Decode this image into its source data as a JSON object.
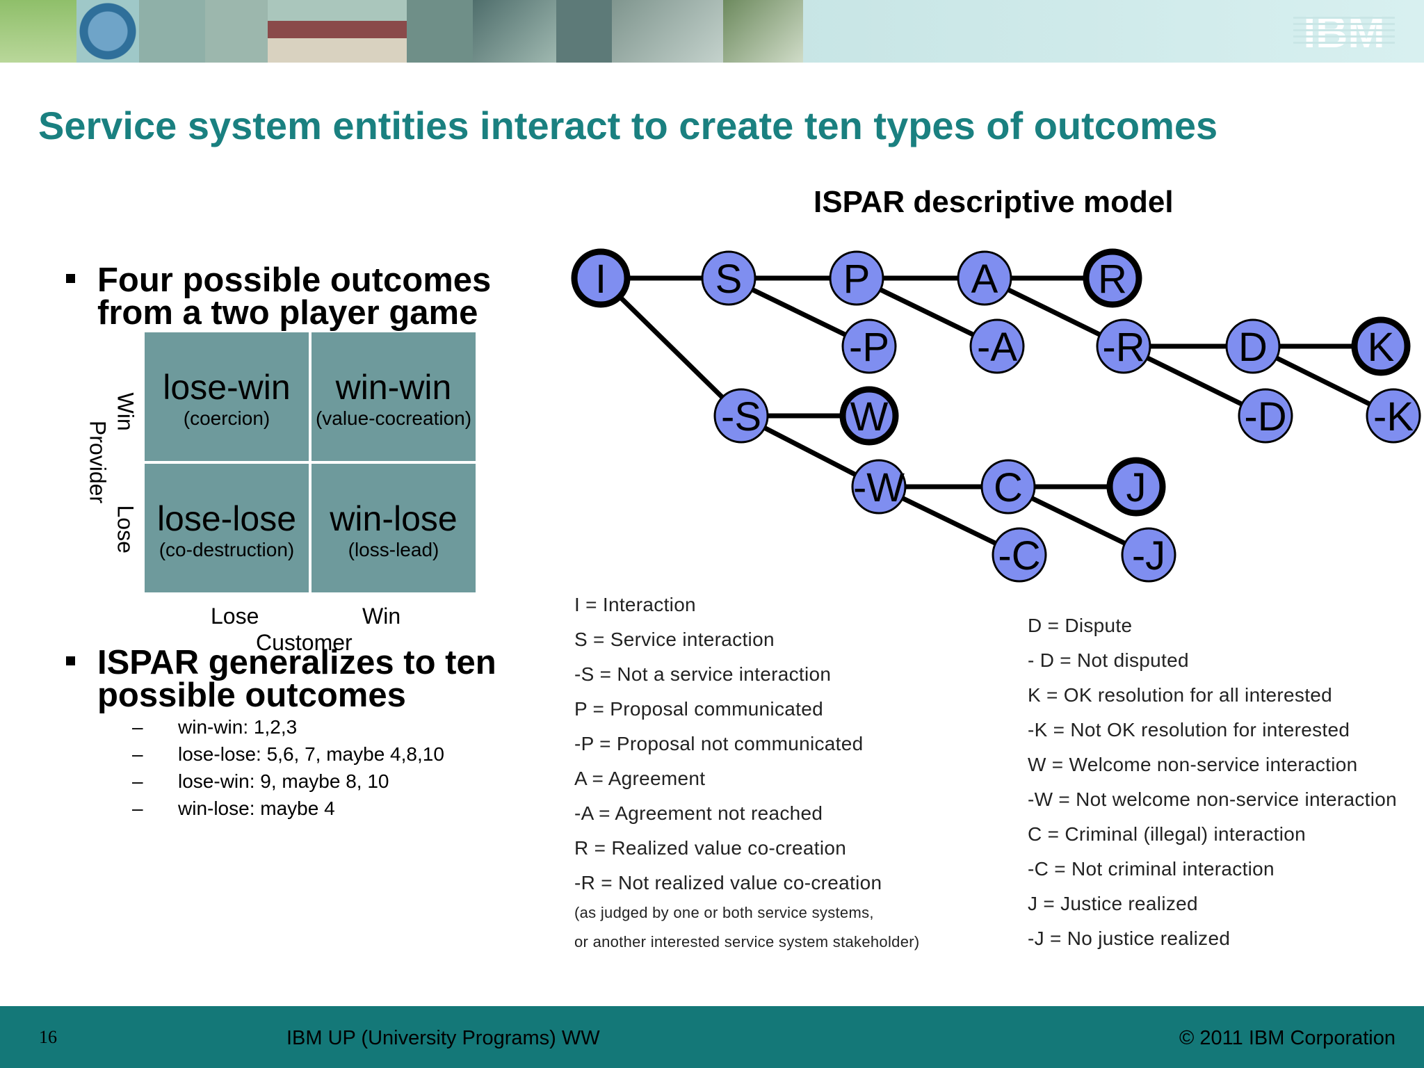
{
  "slide": {
    "title": "Service system entities interact to create ten types of outcomes",
    "page_number": "16",
    "footer_center": "IBM UP (University Programs) WW",
    "footer_right": "© 2011 IBM Corporation",
    "logo_text": "IBM"
  },
  "left": {
    "bullet1_line1": "Four possible outcomes",
    "bullet1_line2": "from a two player game",
    "matrix": {
      "cells": [
        {
          "name": "lose-win",
          "note": "(coercion)"
        },
        {
          "name": "win-win",
          "note": "(value-cocreation)"
        },
        {
          "name": "lose-lose",
          "note": "(co-destruction)"
        },
        {
          "name": "win-lose",
          "note": "(loss-lead)"
        }
      ],
      "row_labels": [
        "Win",
        "Lose"
      ],
      "row_axis": "Provider",
      "col_labels": [
        "Lose",
        "Win"
      ],
      "col_axis": "Customer"
    },
    "bullet2_line1": "ISPAR generalizes to ten",
    "bullet2_line2": "possible outcomes",
    "sub_bullets": [
      "win-win: 1,2,3",
      "lose-lose: 5,6, 7, maybe 4,8,10",
      "lose-win: 9, maybe 8, 10",
      "win-lose: maybe 4"
    ]
  },
  "right": {
    "model_title": "ISPAR descriptive model",
    "nodes": [
      "I",
      "S",
      "P",
      "A",
      "R",
      "-P",
      "-A",
      "-R",
      "D",
      "K",
      "-D",
      "-K",
      "-S",
      "W",
      "-W",
      "C",
      "J",
      "-C",
      "-J"
    ],
    "legend_left": [
      "I = Interaction",
      "S = Service interaction",
      "-S = Not a service interaction",
      "P = Proposal communicated",
      "-P = Proposal not communicated",
      "A = Agreement",
      "-A = Agreement not reached",
      "R = Realized value co-creation",
      "-R = Not realized value co-creation"
    ],
    "legend_note_1": "(as judged by one or both service systems,",
    "legend_note_2": "or another interested service system stakeholder)",
    "legend_right": [
      "D = Dispute",
      "- D = Not disputed",
      "K = OK resolution for all interested",
      "-K = Not OK resolution for interested",
      "W = Welcome non-service interaction",
      "-W = Not welcome non-service interaction",
      "C = Criminal (illegal) interaction",
      "-C = Not criminal interaction",
      "J = Justice realized",
      "-J = No justice realized"
    ]
  },
  "colors": {
    "title": "#1a8080",
    "node_fill": "#7f8ef0",
    "matrix_cell": "#6e9a9c",
    "footer": "#147878"
  }
}
